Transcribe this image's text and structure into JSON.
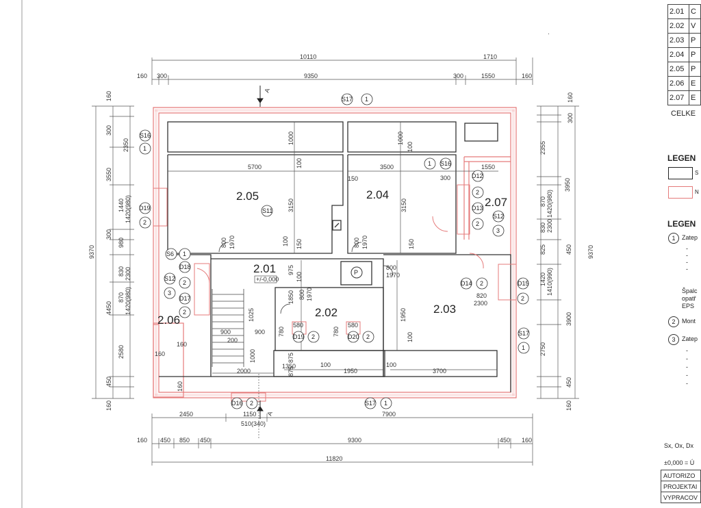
{
  "room_table": [
    {
      "no": "2.01",
      "desc": "C"
    },
    {
      "no": "2.02",
      "desc": "V"
    },
    {
      "no": "2.03",
      "desc": "P"
    },
    {
      "no": "2.04",
      "desc": "P"
    },
    {
      "no": "2.05",
      "desc": "P"
    },
    {
      "no": "2.06",
      "desc": "E"
    },
    {
      "no": "2.07",
      "desc": "E"
    }
  ],
  "room_table_total": "CELKE",
  "legend1_title": "LEGEN",
  "legend1_item1": "S",
  "legend1_item2": "N",
  "legend2_title": "LEGEN",
  "legend2_items": [
    {
      "num": "1",
      "text": "Zatep"
    },
    {
      "num": "2",
      "text": "Mont"
    },
    {
      "num": "3",
      "text": "Zatep"
    }
  ],
  "legend2_note": [
    "Špalc",
    "opatř",
    "EPS"
  ],
  "footnote1": "Sx, Ox, Dx",
  "footnote2": "±0,000 = Ú",
  "title_block": [
    "AUTORIZO",
    "PROJEKTAI",
    "VYPRACOV"
  ],
  "rooms": {
    "r205": "2.05",
    "r204": "2.04",
    "r207": "2.07",
    "r201": "2.01",
    "r202": "2.02",
    "r203": "2.03",
    "r206": "2.06"
  },
  "level_mark": "+/-0,000",
  "section_mark": "A",
  "p_symbol": "P",
  "dims_top": {
    "total": "10110",
    "right": "1710",
    "d160a": "160",
    "d300a": "300",
    "main": "9350",
    "d300b": "300",
    "d1550": "1550",
    "d160b": "160"
  },
  "dims_bottom": {
    "d2450": "2450",
    "d1150": "1150",
    "d510": "510(340)",
    "d7900": "7900",
    "d160a": "160",
    "d450a": "450",
    "d850": "850",
    "d450b": "450",
    "d9300": "9300",
    "d450c": "450",
    "d160b": "160",
    "total": "11820"
  },
  "dims_left": {
    "total": "9370",
    "d160a": "160",
    "d300a": "300",
    "d2350": "2350",
    "d3550": "3550",
    "d1440": "1440",
    "d1420": "1420(980)",
    "d300b": "300",
    "d980": "980",
    "d830": "830",
    "d2300": "2300",
    "d4450": "4450",
    "d870": "870",
    "d1420b": "1420(980)",
    "d2580": "2580",
    "d450": "450",
    "d160b": "160"
  },
  "dims_right": {
    "total": "9370",
    "d160a": "160",
    "d300": "300",
    "d2355": "2355",
    "d3950": "3950",
    "d870": "870",
    "d1420": "1420(980)",
    "d830": "830",
    "d2300": "2300",
    "d825": "825",
    "d450a": "450",
    "d1420b": "1420",
    "d1410": "1410(990)",
    "d3900": "3900",
    "d2750": "2750",
    "d450b": "450",
    "d160b": "160"
  },
  "dims_inner": {
    "d5700": "5700",
    "d3500": "3500",
    "d1550": "1550",
    "d1000a": "1000",
    "d1000b": "1000",
    "d100a": "100",
    "d100b": "100",
    "d100c": "100",
    "d150a": "150",
    "d3150a": "3150",
    "d3150b": "3150",
    "d150b": "150",
    "d150c": "150",
    "d300": "300",
    "d800a": "800",
    "d1970a": "1970",
    "d800b": "800",
    "d1970b": "1970",
    "d800c": "800",
    "d1970c": "1970",
    "d975": "975",
    "d100d": "100",
    "d1850": "1850",
    "d800d": "800",
    "d1970d": "1970",
    "d1025": "1025",
    "d900a": "900",
    "d200": "200",
    "d900b": "900",
    "d780a": "780",
    "d780b": "780",
    "d580a": "580",
    "d580b": "580",
    "d875a": "875",
    "d1350": "1350",
    "d875b": "875",
    "d100e": "100",
    "d100f": "100",
    "d1950": "1950",
    "d1000c": "1000",
    "d2000": "2000",
    "d3700": "3700",
    "d1950b": "1950",
    "d100g": "100",
    "d820": "820",
    "d2300b": "2300",
    "d160": "160",
    "d160b": "160",
    "d160c": "160",
    "d100h": "100"
  },
  "tags": {
    "S17a": "S17",
    "S16a": "S16",
    "S16b": "S16",
    "S11": "S11",
    "D19a": "D19",
    "D12": "D12",
    "D13": "D13",
    "S12a": "S12",
    "S6": "S6",
    "D18": "D18",
    "S12b": "S12",
    "D17": "D17",
    "D14": "D14",
    "D15": "D15",
    "S17b": "S17",
    "D19b": "D19",
    "D20": "D20",
    "D16": "D16",
    "S17c": "S17",
    "one": "1",
    "two": "2",
    "three": "3"
  }
}
